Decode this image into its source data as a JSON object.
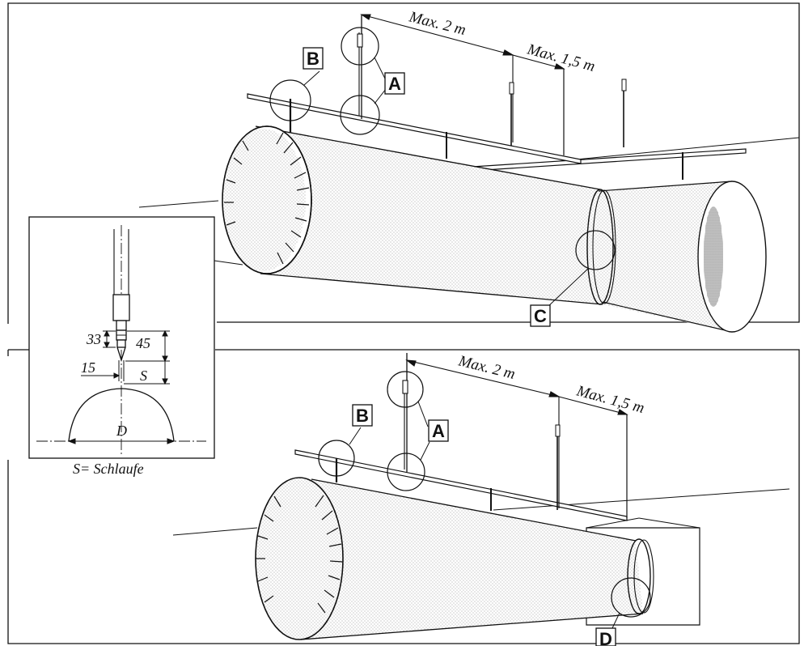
{
  "top_panel": {
    "dim_max_2m": "Max. 2 m",
    "dim_max_1_5m": "Max. 1,5 m",
    "label_a": "A",
    "label_b": "B",
    "label_c": "C"
  },
  "bottom_panel": {
    "dim_max_2m": "Max. 2 m",
    "dim_max_1_5m": "Max. 1,5 m",
    "label_a": "A",
    "label_b": "B",
    "label_d": "D"
  },
  "detail_inset": {
    "dim_33": "33",
    "dim_45": "45",
    "dim_15": "15",
    "dim_s": "S",
    "dim_d": "D",
    "caption": "S= Schlaufe"
  },
  "colors": {
    "line": "#111111",
    "fabric_dots": "#9a9a9a",
    "background": "#ffffff"
  }
}
